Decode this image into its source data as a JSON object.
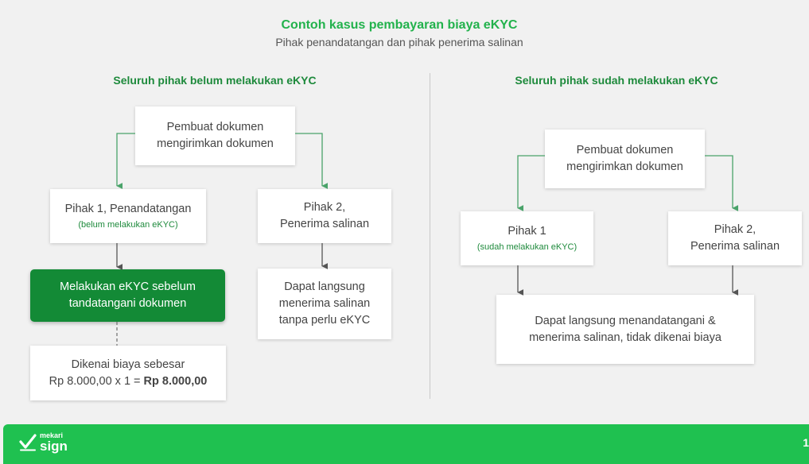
{
  "header": {
    "title": "Contoh kasus pembayaran biaya eKYC",
    "subtitle": "Pihak penandatangan dan pihak penerima salinan"
  },
  "left": {
    "heading": "Seluruh pihak belum melakukan eKYC",
    "creator": {
      "line1": "Pembuat dokumen",
      "line2": "mengirimkan dokumen"
    },
    "party1": {
      "label": "Pihak 1, Penandatangan",
      "note": "(belum melakukan eKYC)"
    },
    "party2": {
      "line1": "Pihak 2,",
      "line2": "Penerima salinan"
    },
    "ekyc_action": {
      "line1": "Melakukan eKYC sebelum",
      "line2": "tandatangani dokumen"
    },
    "direct_receive": {
      "line1": "Dapat langsung",
      "line2": "menerima salinan",
      "line3": "tanpa perlu eKYC"
    },
    "fee": {
      "line1": "Dikenai biaya sebesar",
      "calc": "Rp 8.000,00 x 1 = ",
      "total": "Rp 8.000,00"
    }
  },
  "right": {
    "heading": "Seluruh pihak sudah melakukan eKYC",
    "creator": {
      "line1": "Pembuat dokumen",
      "line2": "mengirimkan dokumen"
    },
    "party1": {
      "label": "Pihak 1",
      "note": "(sudah melakukan eKYC)"
    },
    "party2": {
      "line1": "Pihak 2,",
      "line2": "Penerima salinan"
    },
    "result": {
      "line1": "Dapat langsung menandatangani &",
      "line2": "menerima salinan, tidak dikenai biaya"
    }
  },
  "footer": {
    "brand_small": "mekari",
    "brand_big": "sign",
    "page_number": "1",
    "background": "#1fc150"
  },
  "colors": {
    "accent": "#22b24c",
    "dark_green": "#138a36",
    "arrow_green": "#4aa36a",
    "arrow_gray": "#555555"
  },
  "icons": [
    "check-logo-icon"
  ]
}
